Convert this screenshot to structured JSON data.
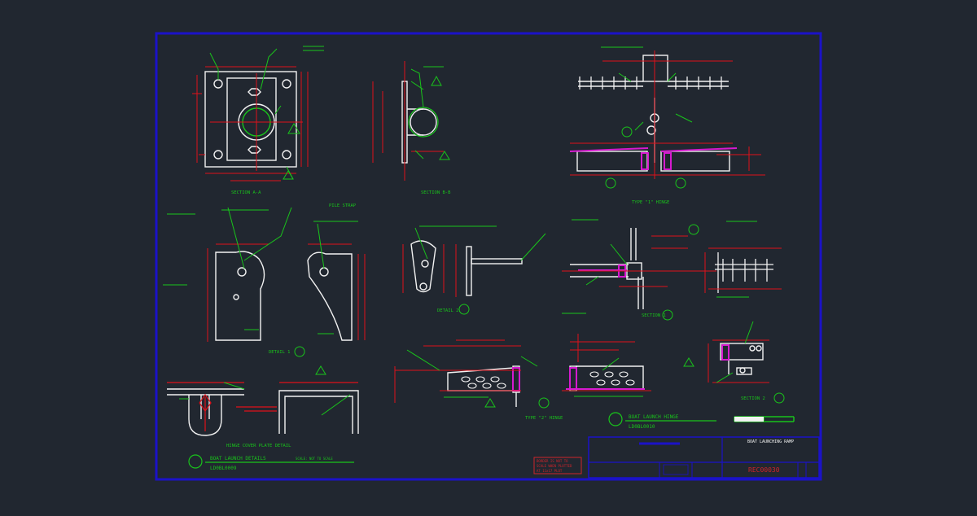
{
  "colors": {
    "background": "#212730",
    "border": "#1b12c8",
    "line": "#f2f2f2",
    "dimension": "#e0111a",
    "annotation": "#19c41b",
    "highlight": "#d61ad0",
    "stamp": "#d0242a"
  },
  "views": {
    "section_aa": "SECTION A-A",
    "pile_strap": "PILE STRAP",
    "section_bb": "SECTION B-B",
    "type1_hinge": "TYPE \"1\" HINGE",
    "detail_1": "DETAIL 1",
    "detail_2": "DETAIL 2",
    "section_1": "SECTION 1",
    "type2_hinge": "TYPE \"2\" HINGE",
    "section_2": "SECTION 2",
    "hinge_cover_plate": "HINGE COVER PLATE DETAIL"
  },
  "titles": {
    "launch_details": "BOAT LAUNCH DETAILS",
    "launch_details_no": "LD0BL0009",
    "launch_hinge": "BOAT LAUNCH HINGE",
    "launch_hinge_no": "LD0BL0010",
    "not_to_scale": "SCALE: NOT TO SCALE"
  },
  "stamp": {
    "line1": "BORDER IS NOT TO",
    "line2": "SCALE WHEN PLOTTED",
    "line3": "AT 11x17 PLOT"
  },
  "title_block": {
    "project": "BOAT LAUNCHING RAMP",
    "drawing_no": "REC00030"
  }
}
